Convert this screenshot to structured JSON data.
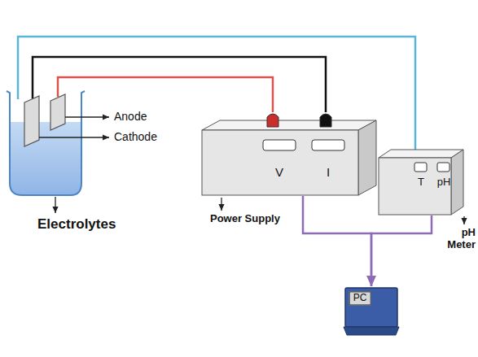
{
  "diagram": {
    "nodes": [
      {
        "text": [
          "V",
          "I"
        ]
      },
      {
        "text": [
          "T",
          "pH"
        ]
      },
      {
        "text": [
          "PC"
        ]
      }
    ],
    "edges": [
      {
        "from": 0,
        "to": 2,
        "arrow": "to"
      },
      {
        "from": 1,
        "to": 2,
        "arrow": "to"
      }
    ],
    "labels": [
      "Anode",
      "Cathode",
      "Electrolytes",
      "Power Supply",
      "pH Meter"
    ]
  }
}
